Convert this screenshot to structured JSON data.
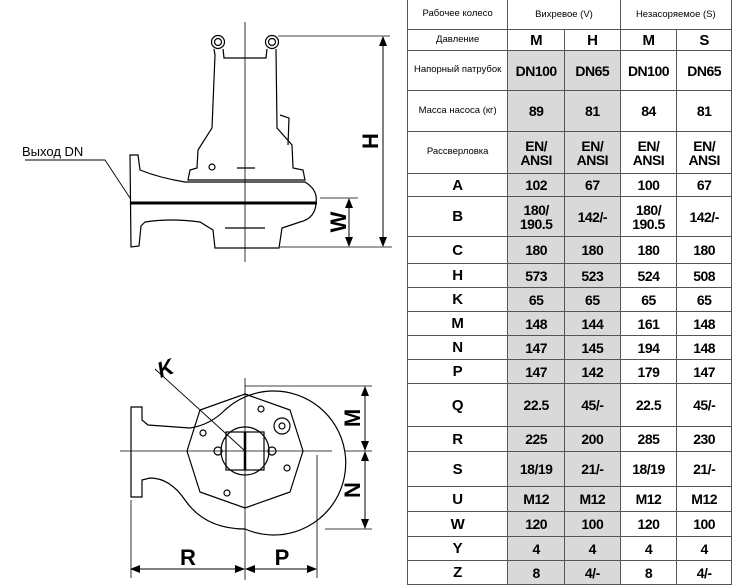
{
  "drawing": {
    "outlet_label": "Выход DN",
    "dim_labels": {
      "H": "H",
      "W": "W",
      "K": "K",
      "M": "M",
      "N": "N",
      "R": "R",
      "P": "P"
    }
  },
  "table": {
    "header": {
      "label": "Рабочее колесо",
      "groups": [
        "Вихревое (V)",
        "Незасоряемое (S)"
      ]
    },
    "info_rows": [
      {
        "label": "Давление",
        "values": [
          "M",
          "H",
          "M",
          "S"
        ]
      },
      {
        "label": "Напорный патрубок",
        "values": [
          "DN100",
          "DN65",
          "DN100",
          "DN65"
        ]
      },
      {
        "label": "Масса насоса (кг)",
        "values": [
          "89",
          "81",
          "84",
          "81"
        ]
      },
      {
        "label": "Рассверловка",
        "values": [
          "EN/ ANSI",
          "EN/ ANSI",
          "EN/ ANSI",
          "EN/ ANSI"
        ]
      }
    ],
    "dim_rows": [
      {
        "label": "A",
        "values": [
          "102",
          "67",
          "100",
          "67"
        ]
      },
      {
        "label": "B",
        "values": [
          "180/ 190.5",
          "142/-",
          "180/ 190.5",
          "142/-"
        ]
      },
      {
        "label": "C",
        "values": [
          "180",
          "180",
          "180",
          "180"
        ]
      },
      {
        "label": "H",
        "values": [
          "573",
          "523",
          "524",
          "508"
        ]
      },
      {
        "label": "K",
        "values": [
          "65",
          "65",
          "65",
          "65"
        ]
      },
      {
        "label": "M",
        "values": [
          "148",
          "144",
          "161",
          "148"
        ]
      },
      {
        "label": "N",
        "values": [
          "147",
          "145",
          "194",
          "148"
        ]
      },
      {
        "label": "P",
        "values": [
          "147",
          "142",
          "179",
          "147"
        ]
      },
      {
        "label": "Q",
        "values": [
          "22.5",
          "45/-",
          "22.5",
          "45/-"
        ]
      },
      {
        "label": "R",
        "values": [
          "225",
          "200",
          "285",
          "230"
        ]
      },
      {
        "label": "S",
        "values": [
          "18/19",
          "21/-",
          "18/19",
          "21/-"
        ]
      },
      {
        "label": "U",
        "values": [
          "M12",
          "M12",
          "M12",
          "M12"
        ]
      },
      {
        "label": "W",
        "values": [
          "120",
          "100",
          "120",
          "100"
        ]
      },
      {
        "label": "Y",
        "values": [
          "4",
          "4",
          "4",
          "4"
        ]
      },
      {
        "label": "Z",
        "values": [
          "8",
          "4/-",
          "8",
          "4/-"
        ]
      }
    ],
    "shade_color": "#d9d9d9"
  }
}
